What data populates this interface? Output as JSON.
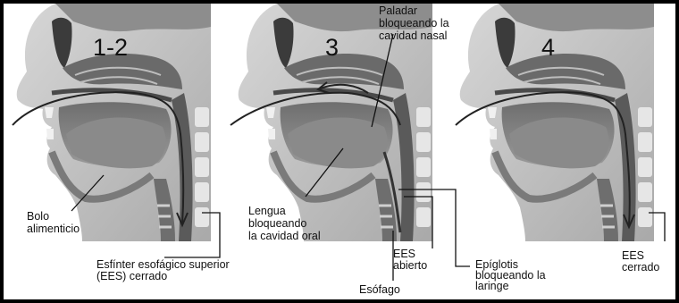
{
  "panels": [
    {
      "step": "1-2"
    },
    {
      "step": "3"
    },
    {
      "step": "4"
    }
  ],
  "labels": {
    "bolo": [
      "Bolo",
      "alimenticio"
    ],
    "esfinter": [
      "Esfínter esofágico superior",
      "(EES) cerrado"
    ],
    "paladar": [
      "Paladar",
      "bloqueando la",
      "cavidad nasal"
    ],
    "lengua": [
      "Lengua",
      "bloqueando",
      "la cavidad oral"
    ],
    "ees_abierto": [
      "EES",
      "abierto"
    ],
    "esofago": "Esófago",
    "epiglotis": [
      "Epíglotis",
      "bloqueando la",
      "laringe"
    ],
    "ees_cerrado": [
      "EES",
      "cerrado"
    ]
  }
}
